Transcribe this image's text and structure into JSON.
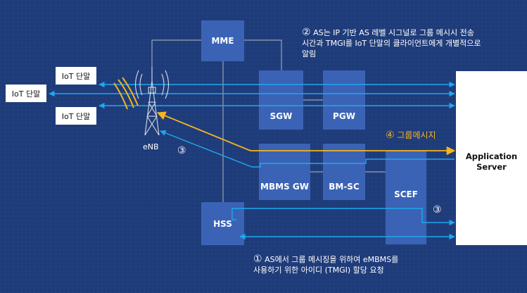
{
  "nodes": {
    "mme": "MME",
    "sgw": "SGW",
    "pgw": "PGW",
    "mbms_gw": "MBMS GW",
    "bm_sc": "BM-SC",
    "scef": "SCEF",
    "hss": "HSS",
    "enb": "eNB",
    "iot_top": "IoT 단말",
    "iot_left": "IoT 단말",
    "iot_bottom": "IoT 단말",
    "app_server_line1": "Application",
    "app_server_line2": "Server"
  },
  "annotations": {
    "step1_num": "①",
    "step1_line1": "AS에서 그룹 메시징을 위하여 eMBMS를",
    "step1_line2": "사용하기 위한 아이디 (TMGI) 할당 요청",
    "step2_num": "②",
    "step2_line1": "AS는 IP 기반 AS 레벨 시그널로 그룹 메시시 전송",
    "step2_line2": "시간과 TMGI를  IoT 단말의 클라이언트에게 개별적으로",
    "step2_line3": "알림",
    "step3_left": "③",
    "step3_right": "③",
    "step4_num": "④",
    "step4_text": "그룹메시지"
  },
  "colors": {
    "background": "#1f3c7a",
    "box": "#3b63b5",
    "line_blue": "#1fa8f0",
    "line_yellow": "#f5b51f",
    "line_gray": "#9aa3b0"
  }
}
